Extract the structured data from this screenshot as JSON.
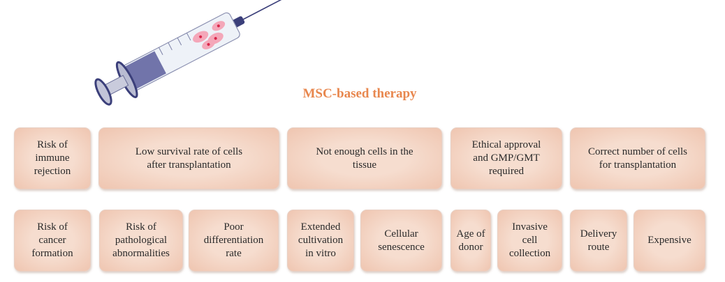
{
  "title": "MSC-based therapy",
  "top_row": [
    "Risk of immune rejection",
    "Low survival rate of cells after transplantation",
    "Not enough cells in the tissue",
    "Ethical approval and GMP/GMT required",
    "Correct number of cells for transplantation"
  ],
  "bottom_row": [
    "Risk of cancer formation",
    "Risk of pathological abnormalities",
    "Poor differentiation rate",
    "Extended cultivation in vitro",
    "Cellular senescence",
    "Age of donor",
    "Invasive cell collection",
    "Delivery route",
    "Expensive"
  ],
  "colors": {
    "title": "#e8874e",
    "box": "#f6ddcf",
    "syringe_plunger": "#4b4f8c"
  }
}
